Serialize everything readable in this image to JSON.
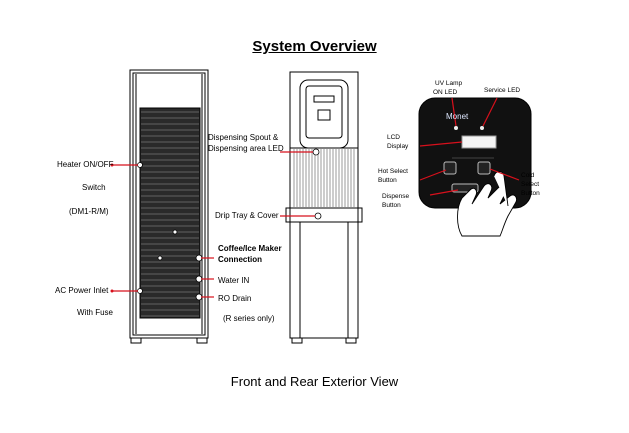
{
  "title": "System Overview",
  "caption": "Front and Rear Exterior View",
  "rear_labels": {
    "heater_switch_1": "Heater ON/OFF",
    "heater_switch_2": "Switch",
    "heater_switch_3": "(DM1-R/M)",
    "ac_inlet_1": "AC Power Inlet",
    "ac_inlet_2": "With Fuse",
    "coffee_1": "Coffee/Ice Maker",
    "coffee_2": "Connection",
    "water_in": "Water IN",
    "ro_drain": "RO Drain",
    "r_series": "(R series only)"
  },
  "front_labels": {
    "spout_1": "Dispensing Spout &",
    "spout_2": "Dispensing area LED",
    "drip_tray": "Drip Tray & Cover"
  },
  "panel_labels": {
    "uv_lamp_1": "UV Lamp",
    "uv_lamp_2": "ON LED",
    "service_led": "Service LED",
    "lcd_1": "LCD",
    "lcd_2": "Display",
    "hot_1": "Hot Select",
    "hot_2": "Button",
    "dispense_1": "Dispense",
    "dispense_2": "Button",
    "cold_1": "Cold",
    "cold_2": "Select",
    "cold_3": "Button",
    "brand": "Monet"
  },
  "colors": {
    "leader": "#d8101c",
    "panel": "#111111",
    "accent": "#3a7bd5"
  }
}
